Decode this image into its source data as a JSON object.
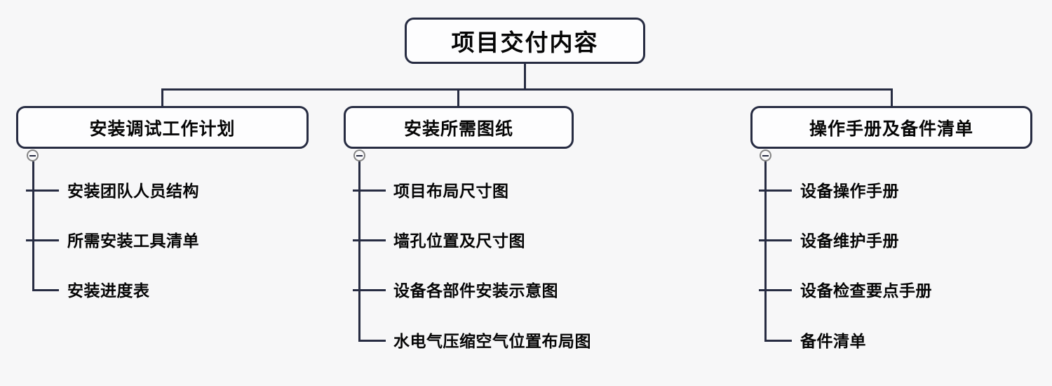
{
  "colors": {
    "background": "#f7f7f8",
    "line": "#272c42",
    "node_border": "#272c42",
    "node_fill": "#fdfdfe",
    "text": "#060606",
    "icon_ring": "#848484"
  },
  "icons": {
    "collapse": "minus-circle"
  },
  "root": {
    "label": "项目交付内容"
  },
  "branches": [
    {
      "label": "安装调试工作计划",
      "children": [
        "安装团队人员结构",
        "所需安装工具清单",
        "安装进度表"
      ]
    },
    {
      "label": "安装所需图纸",
      "children": [
        "项目布局尺寸图",
        "墙孔位置及尺寸图",
        "设备各部件安装示意图",
        "水电气压缩空气位置布局图"
      ]
    },
    {
      "label": "操作手册及备件清单",
      "children": [
        "设备操作手册",
        "设备维护手册",
        "设备检查要点手册",
        "备件清单"
      ]
    }
  ]
}
